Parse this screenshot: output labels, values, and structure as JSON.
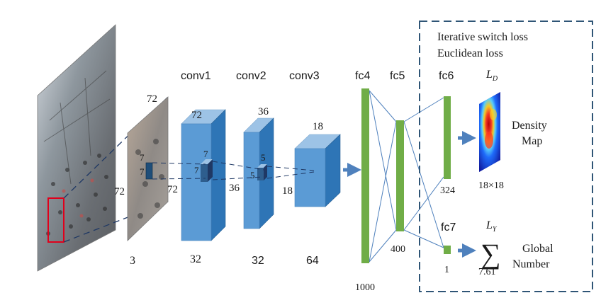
{
  "layers": {
    "conv1": "conv1",
    "conv2": "conv2",
    "conv3": "conv3",
    "fc4": "fc4",
    "fc5": "fc5",
    "fc6": "fc6",
    "fc7": "fc7"
  },
  "patch": {
    "size_top": "72",
    "size_left": "72",
    "size_bottom": "72",
    "channels": "3",
    "kernel_w": "7",
    "kernel_h": "7"
  },
  "conv1": {
    "size_top": "72",
    "size_left": "36",
    "kernel_w": "7",
    "kernel_h": "7",
    "depth": "32"
  },
  "conv2": {
    "size_top": "36",
    "size_left": "18",
    "kernel_w": "5",
    "kernel_h": "5",
    "depth": "32"
  },
  "conv3": {
    "size_top": "18",
    "depth": "64"
  },
  "fc4": {
    "units": "1000"
  },
  "fc5": {
    "units": "400"
  },
  "fc6": {
    "units": "324"
  },
  "fc7": {
    "units": "1"
  },
  "loss_box": {
    "line1": "Iterative switch loss",
    "line2": "Euclidean loss"
  },
  "density": {
    "loss_label": "L",
    "loss_sub": "D",
    "title_line1": "Density",
    "title_line2": "Map",
    "size": "18×18"
  },
  "global": {
    "loss_label": "L",
    "loss_sub": "Y",
    "sum_symbol": "∑",
    "value": "7.61",
    "title_line1": "Global",
    "title_line2": "Number"
  },
  "colors": {
    "conv_front": "#5b9bd5",
    "conv_top": "#9dc3e6",
    "conv_side": "#2e75b6",
    "fc_green": "#70ad47",
    "line_blue": "#4f81bd",
    "dash_navy": "#1f3864",
    "box_border": "#2f5576"
  }
}
